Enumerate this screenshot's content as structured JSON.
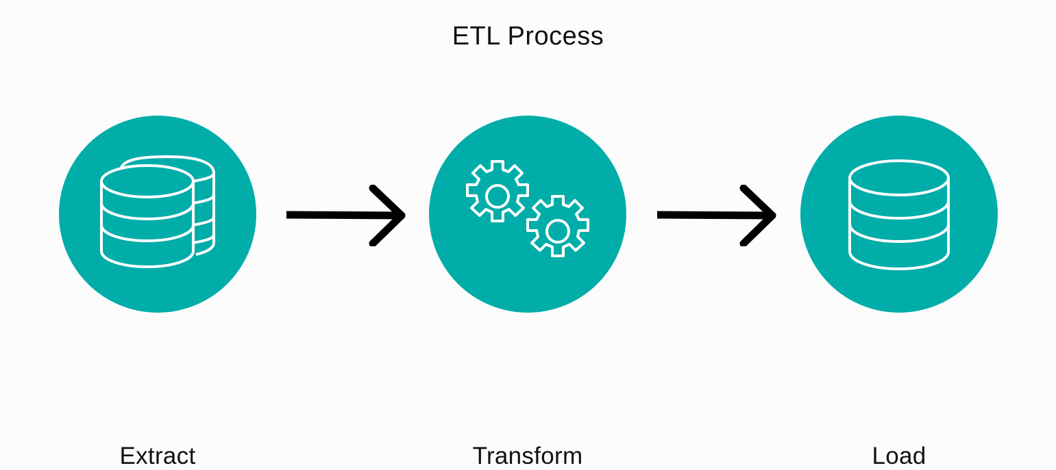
{
  "title": "ETL Process",
  "stages": [
    {
      "label": "Extract",
      "icon": "databases-icon"
    },
    {
      "label": "Transform",
      "icon": "gears-icon"
    },
    {
      "label": "Load",
      "icon": "database-icon"
    }
  ],
  "colors": {
    "circle": "#00ada9",
    "icon_stroke": "#ffffff",
    "arrow": "#000000",
    "text": "#111111",
    "background": "#fcfcfc"
  }
}
